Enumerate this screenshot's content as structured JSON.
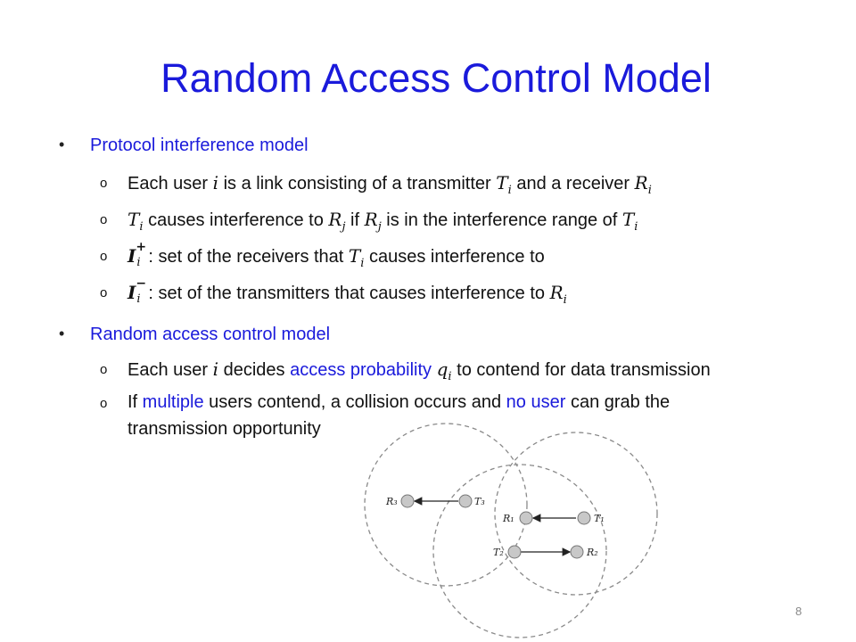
{
  "slide": {
    "title": "Random Access Control Model",
    "page_number": "8"
  },
  "section1": {
    "heading": "Protocol interference model",
    "items": [
      {
        "p1": "Each user ",
        "m1": "i",
        "p2": " is a link consisting of a transmitter ",
        "m2": "T",
        "m2sub": "i",
        "p3": " and a receiver ",
        "m3": "R",
        "m3sub": "i"
      },
      {
        "m1": "T",
        "m1sub": "i",
        "p1": " causes interference to ",
        "m2": "R",
        "m2sub": "j",
        "p2": " if ",
        "m3": "R",
        "m3sub": "j",
        "p3": " is in the interference range of ",
        "m4": "T",
        "m4sub": "i"
      },
      {
        "m1": "I",
        "m1sup": "+",
        "m1sub": "i",
        "p1": ": set of the receivers that ",
        "m2": "T",
        "m2sub": "i",
        "p2": " causes interference to"
      },
      {
        "m1": "I",
        "m1sup": "−",
        "m1sub": "i",
        "p1": ": set of the transmitters that causes interference to ",
        "m2": "R",
        "m2sub": "i"
      }
    ]
  },
  "section2": {
    "heading": "Random access control model",
    "items": [
      {
        "p1": "Each user ",
        "m1": "i",
        "p2": " decides ",
        "h1": "access probability",
        "p3": " ",
        "m2": "q",
        "m2sub": "i",
        "p4": " to contend for data transmission"
      },
      {
        "p1": "If ",
        "h1": "multiple",
        "p2": " users contend,  a collision occurs and ",
        "h2": "no user",
        "p3": " can grab the",
        "line2": "transmission opportunity"
      }
    ]
  },
  "diagram": {
    "nodes": {
      "R3": "R₃",
      "T3": "T₃",
      "R1": "R₁",
      "T1": "T₁",
      "T2": "T₂",
      "R2": "R₂"
    },
    "colors": {
      "node_fill": "#c8c8c8",
      "node_stroke": "#777777",
      "circle_stroke": "#8a8a8a"
    }
  },
  "colors": {
    "accent": "#1a1adb",
    "body_text": "#111111"
  }
}
